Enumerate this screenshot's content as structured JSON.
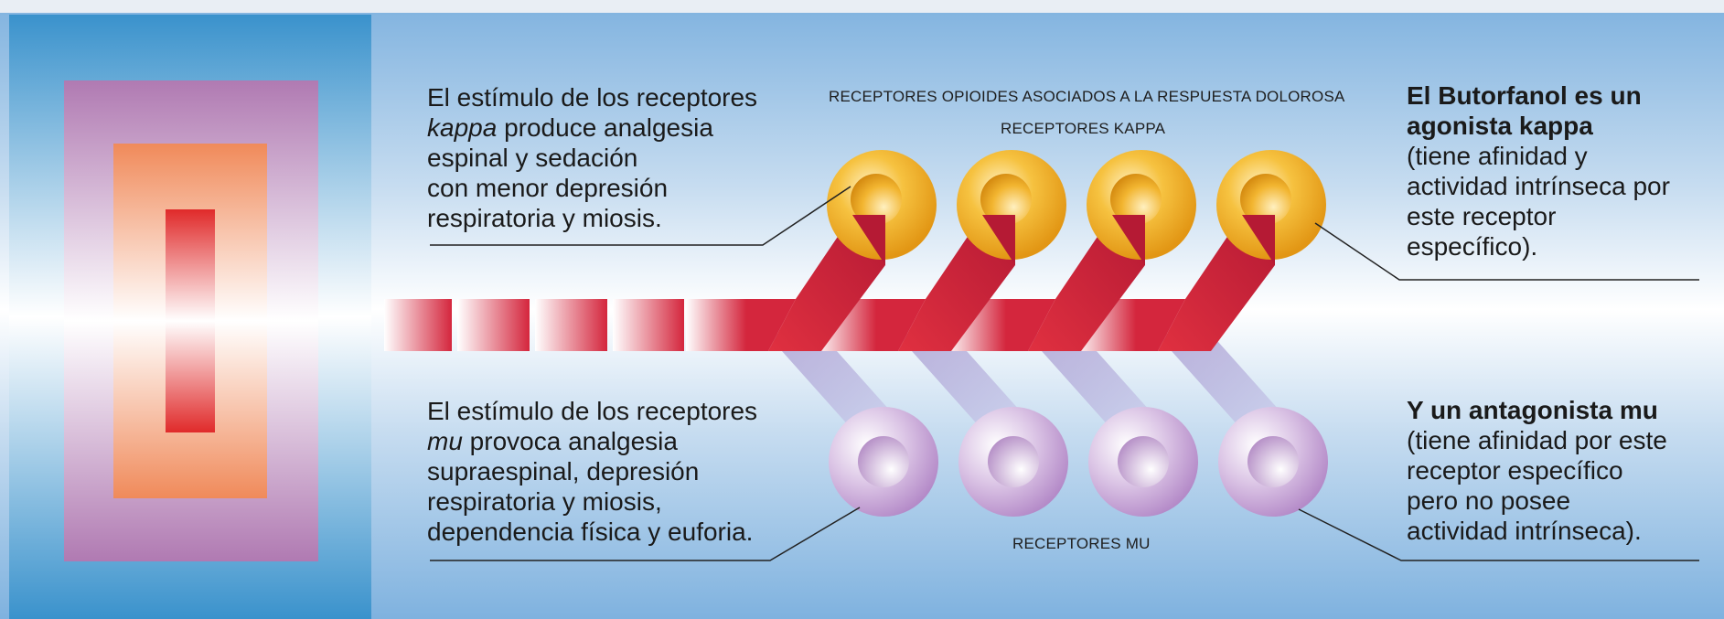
{
  "header": {
    "title": "RECEPTORES OPIOIDES ASOCIADOS A LA RESPUESTA DOLOROSA",
    "kappa_caption": "RECEPTORES KAPPA",
    "mu_caption": "RECEPTORES MU"
  },
  "kappa_text": {
    "line1": "El estímulo de los receptores",
    "line2_italic": "kappa",
    "line2_rest": " produce analgesia",
    "line3": "espinal y sedación",
    "line4": "con menor depresión",
    "line5": "respiratoria y miosis."
  },
  "mu_text": {
    "line1": "El estímulo de los receptores",
    "line2_italic": "mu",
    "line2_rest": " provoca analgesia",
    "line3": "supraespinal, depresión",
    "line4": "respiratoria y miosis,",
    "line5": "dependencia física y euforia."
  },
  "butorfanol_kappa": {
    "bold_line1": "El Butorfanol es un",
    "bold_line2": "agonista kappa",
    "line3": "(tiene afinidad y",
    "line4": "actividad intrínseca por",
    "line5": "este receptor",
    "line6": "específico)."
  },
  "butorfanol_mu": {
    "bold_line1": "Y un antagonista mu",
    "line2": "(tiene afinidad por este",
    "line3": "receptor específico",
    "line4": "pero no posee",
    "line5": "actividad intrínseca)."
  },
  "colors": {
    "kappa_receptor": "#f0a81a",
    "mu_receptor": "#c4a0d0",
    "signal": "#d0283c",
    "background": "#7fb3e0"
  }
}
